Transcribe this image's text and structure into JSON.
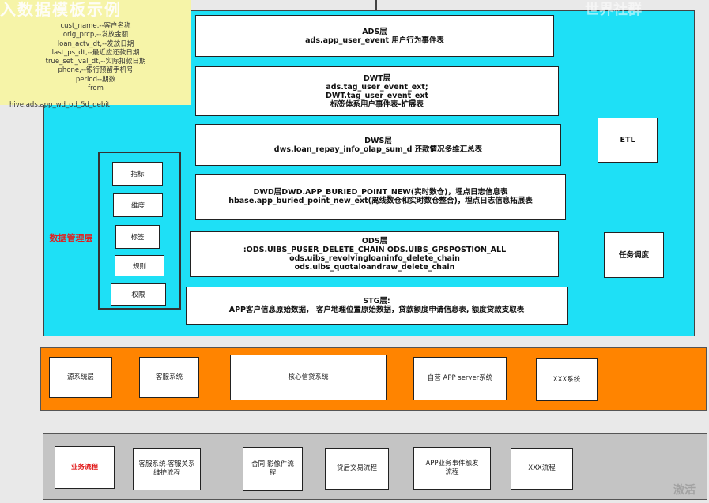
{
  "layers": {
    "ads": [
      "ADS层",
      "ads.app_user_event  用户行为事件表"
    ],
    "dwt": [
      "DWT层",
      "ads.tag_user_event_ext;",
      "DWT.tag_user_event_ext",
      "标签体系用户事件表-扩展表"
    ],
    "dws": [
      "DWS层",
      "dws.loan_repay_info_olap_sum_d  还款情况多维汇总表"
    ],
    "dwd": [
      "DWD层DWD.APP_BURIED_POINT_NEW(实时数仓)，埋点日志信息表",
      "hbase.app_buried_point_new_ext(离线数仓和实时数仓整合)，埋点日志信息拓展表"
    ],
    "ods": [
      "ODS层",
      ":ODS.UIBS_PUSER_DELETE_CHAIN ODS.UIBS_GPSPOSTION_ALL",
      "ods.uibs_revolvingloaninfo_delete_chain",
      "ods.uibs_quotaloandraw_delete_chain"
    ],
    "stg": [
      "STG层:",
      "APP客户信息原始数据， 客户地理位置原始数据，贷款额度申请信息表, 额度贷款支取表"
    ]
  },
  "side": {
    "etl": "ETL",
    "schedule": "任务调度",
    "management_label": "数据管理层",
    "items": [
      "指标",
      "维度",
      "标签",
      "规则",
      "权限"
    ]
  },
  "systems": [
    "源系统层",
    "客服系统",
    "核心信贷系统",
    "自营 APP server系统",
    "XXX系统"
  ],
  "processes": [
    "业务流程",
    "客服系统-客服关系维护流程",
    "合同 影像件流程",
    "贷后交易流程",
    "APP业务事件触发流程",
    "XXX流程"
  ],
  "note": {
    "title": "入数据模板示例",
    "lines": [
      "cust_name,--客户名称",
      "orig_prcp,--发放金额",
      "loan_actv_dt,--发放日期",
      "last_ps_dt,--最近应还款日期",
      "true_setl_val_dt,--实际扣款日期",
      "phone,--银行预留手机号",
      "period--期数",
      "from"
    ],
    "tail": "hive.ads.app_wd_od_5d_debit"
  },
  "watermarks": {
    "top_right": "世界社群",
    "bottom_right": "激活"
  },
  "colors": {
    "cyan": "#1ee0f6",
    "orange": "#ff8400",
    "gray": "#c4c4c4",
    "note_yellow": "#f6f4a8",
    "accent_red": "#e02020"
  }
}
